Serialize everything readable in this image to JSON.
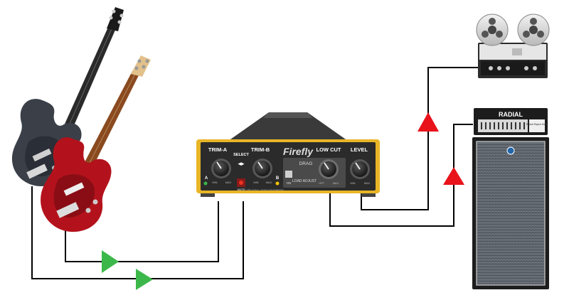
{
  "device": {
    "brand": "Firefly",
    "knobs": {
      "trim_a": "TRIM-A",
      "trim_b": "TRIM-B",
      "low_cut": "LOW CUT",
      "level": "LEVEL"
    },
    "select": "SELECT",
    "drag": "DRAG",
    "load_adjust": "LOAD ADJUST",
    "switch_on": "ON",
    "min": "MIN",
    "max": "MAX",
    "off": "OFF",
    "ch_a": "A",
    "ch_b": "B",
    "mute": "MUTE",
    "footer": "TUBE DI BOX - RADIAL ENGINEERING"
  },
  "amp": {
    "brand": "RADIAL",
    "panel": "Radial Raptor Bass"
  },
  "colors": {
    "arrow_input": "#3cb84a",
    "arrow_output": "#e8131b",
    "device_yellow": "#e8b526",
    "device_body": "#2b2b2b",
    "line": "#000000"
  },
  "icons": {
    "bass_1": "bass-guitar-black",
    "bass_2": "bass-guitar-red",
    "tape": "reel-to-reel-recorder",
    "amp": "bass-amp-head",
    "cab": "speaker-cabinet"
  }
}
